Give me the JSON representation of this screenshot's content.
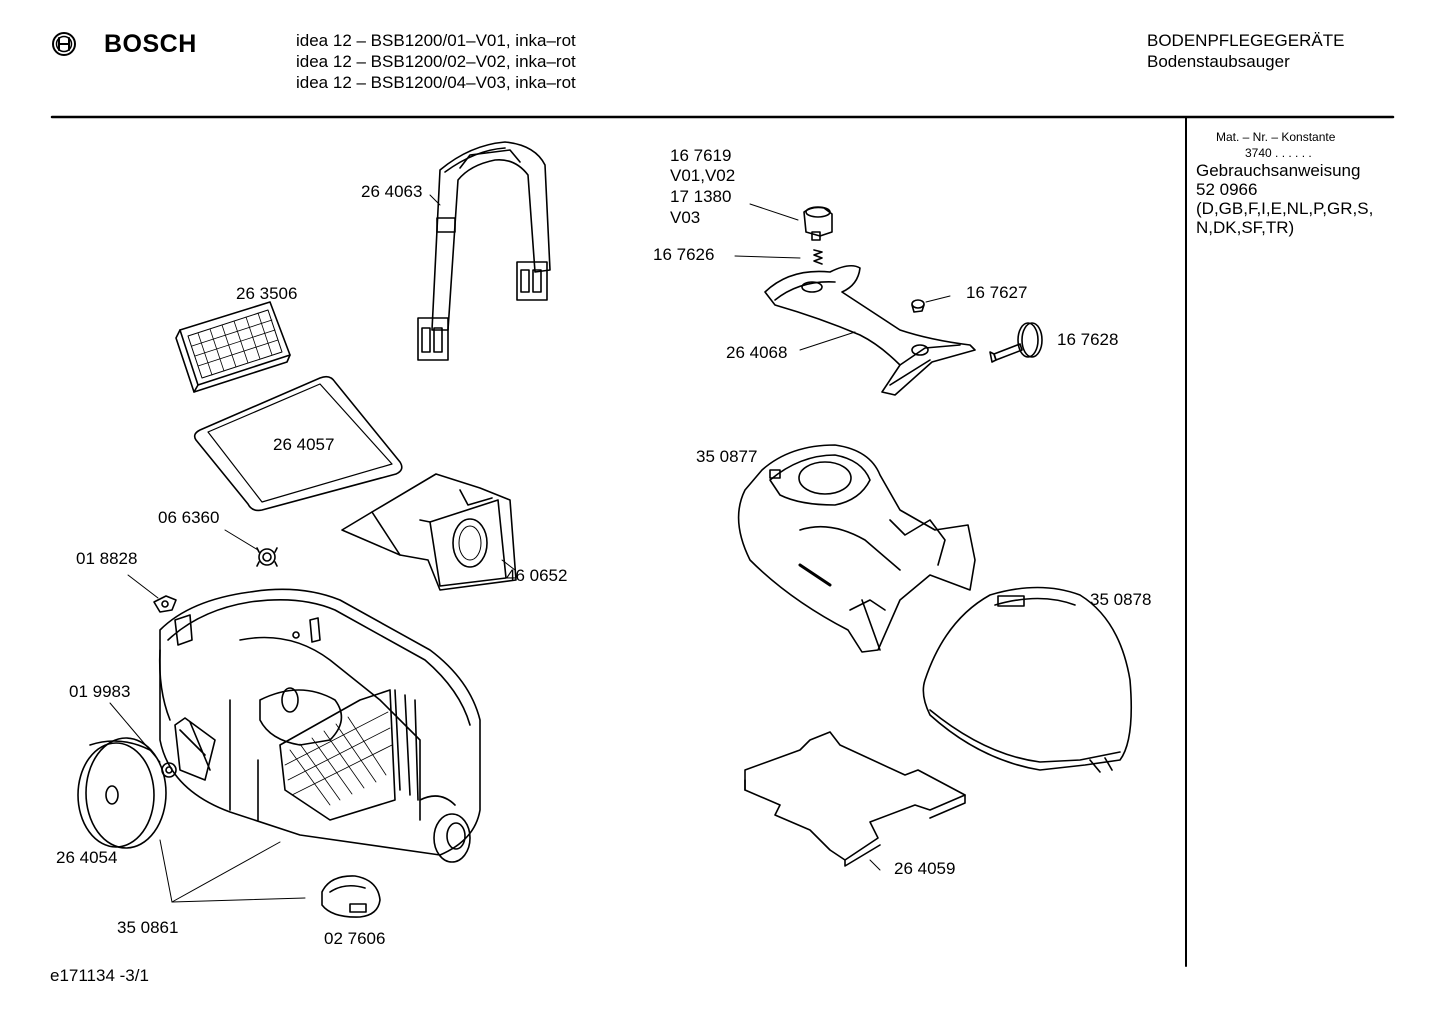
{
  "header": {
    "brand": "BOSCH",
    "models": [
      "idea 12 – BSB1200/01–V01, inka–rot",
      "idea 12 – BSB1200/02–V02, inka–rot",
      "idea 12 – BSB1200/04–V03, inka–rot"
    ],
    "category": "BODENPFLEGEGERÄTE",
    "subcategory": "Bodenstaubsauger"
  },
  "sidebar": {
    "mat_title": "Mat. – Nr. – Konstante",
    "mat_value": "3740 . .   . . . .",
    "manual_title": "Gebrauchsanweisung",
    "manual_number": "52 0966",
    "languages_line1": "(D,GB,F,I,E,NL,P,GR,S,",
    "languages_line2": "N,DK,SF,TR)"
  },
  "parts": {
    "p264063": "26 4063",
    "p263506": "26 3506",
    "p264057": "26 4057",
    "p066360": "06 6360",
    "p018828": "01 8828",
    "p460652": "46 0652",
    "p019983": "01 9983",
    "p264054": "26 4054",
    "p350861": "35 0861",
    "p027606": "02 7606",
    "p167619": "16 7619",
    "v0102": "V01,V02",
    "p171380": "17 1380",
    "v03": "V03",
    "p167626": "16 7626",
    "p167627": "16 7627",
    "p167628": "16 7628",
    "p264068": "26 4068",
    "p350877": "35 0877",
    "p350878": "35 0878",
    "p264059": "26 4059"
  },
  "footer": {
    "code": "e171134 -3/1"
  }
}
